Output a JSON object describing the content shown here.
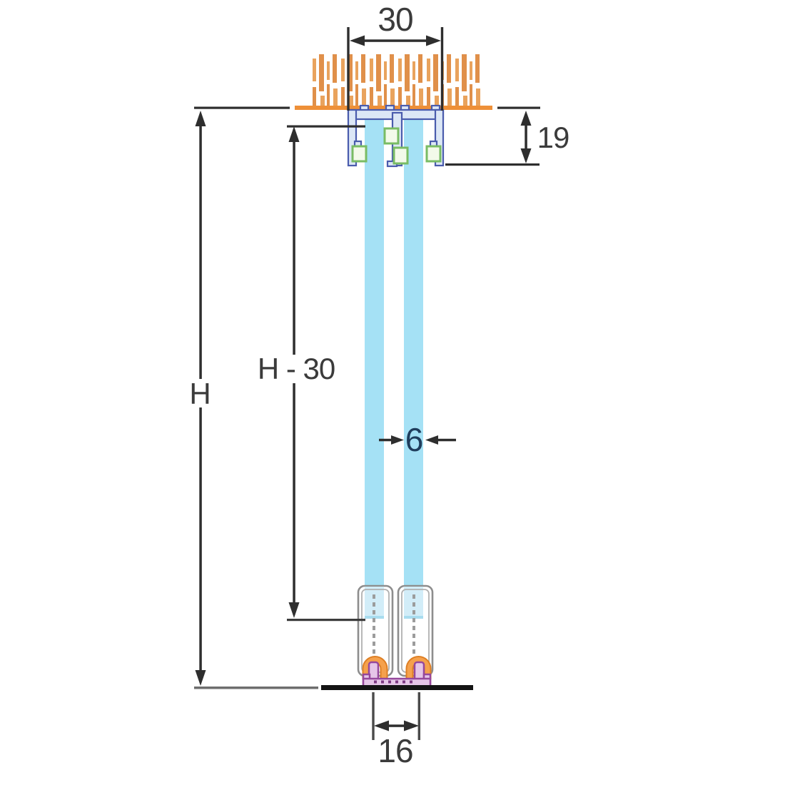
{
  "dimensions": {
    "track_width": "30",
    "track_depth": "19",
    "total_height": "H",
    "glass_height": "H - 30",
    "glass_thickness": "6",
    "floor_guide_spacing": "16"
  },
  "colors": {
    "ceiling_orange": "#ee9038",
    "hatch_light": "#e9a35d",
    "hatch_dark": "#e0904a",
    "track_blue_stroke": "#4a5cad",
    "track_blue_fill": "#dce7f6",
    "gasket_green_stroke": "#79bc64",
    "gasket_green_fill": "#f3faea",
    "glass_cyan": "#a5e1f5",
    "glass_pale": "#d2edf8",
    "bottom_profile_gray": "#8d8d8d",
    "roller_orange_fill": "#f5a14c",
    "roller_orange_stroke": "#de7f24",
    "floor_guide_purple_stroke": "#96489c",
    "floor_guide_purple_fill": "#e6c6e8",
    "dimension_line": "#2e2e2e",
    "floor_black": "#141414",
    "floor_gray": "#6e6e6e",
    "label_text": "#3b3b3b",
    "glass_label_text": "#1f3d5c"
  }
}
